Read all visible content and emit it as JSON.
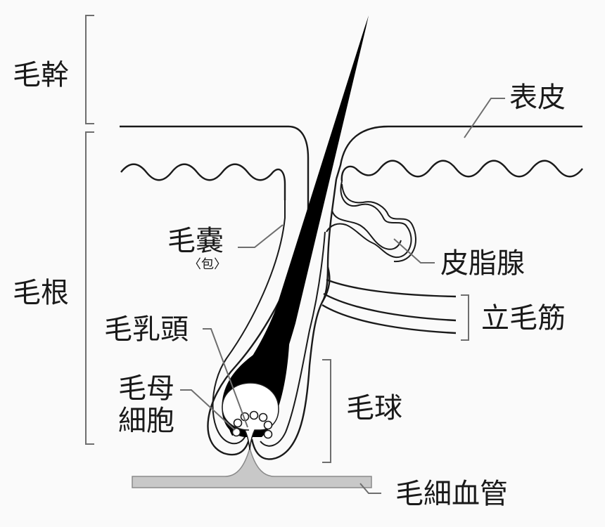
{
  "labels": {
    "hair_shaft": "毛幹",
    "hair_root": "毛根",
    "epidermis": "表皮",
    "follicle": "毛嚢",
    "follicle_ruby": "〈包〉",
    "sebaceous_gland": "皮脂腺",
    "arrector_pili": "立毛筋",
    "dermal_papilla": "毛乳頭",
    "matrix_cells_line1": "毛母",
    "matrix_cells_line2": "細胞",
    "hair_bulb": "毛球",
    "capillary": "毛細血管"
  },
  "colors": {
    "background": "#fafafa",
    "line": "#1a1a1a",
    "hair": "#000000",
    "capillary_fill": "#c8c8c8",
    "leader": "#6e6e6e"
  }
}
